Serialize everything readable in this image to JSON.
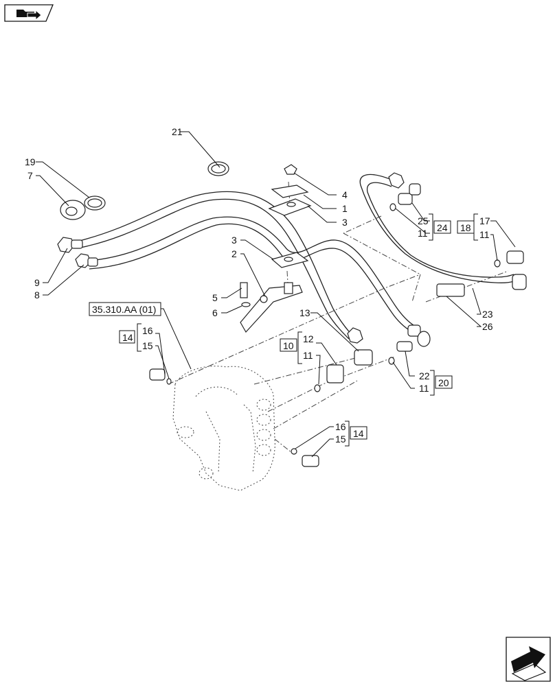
{
  "labels": {
    "n1": "1",
    "n2": "2",
    "n3a": "3",
    "n3b": "3",
    "n4": "4",
    "n5": "5",
    "n6": "6",
    "n7": "7",
    "n8": "8",
    "n9": "9",
    "n11a": "11",
    "n11b": "11",
    "n11c": "11",
    "n11d": "11",
    "n12": "12",
    "n13": "13",
    "n15a": "15",
    "n15b": "15",
    "n16a": "16",
    "n16b": "16",
    "n17": "17",
    "n19": "19",
    "n21": "21",
    "n22": "22",
    "n23": "23",
    "n25": "25",
    "n26": "26"
  },
  "boxes": {
    "ref": "35.310.AA (01)",
    "b10": "10",
    "b14a": "14",
    "b14b": "14",
    "b18": "18",
    "b20": "20",
    "b24": "24"
  },
  "icons": {
    "top": "folder-arrow-icon",
    "bottom": "next-page-arrow-icon"
  }
}
